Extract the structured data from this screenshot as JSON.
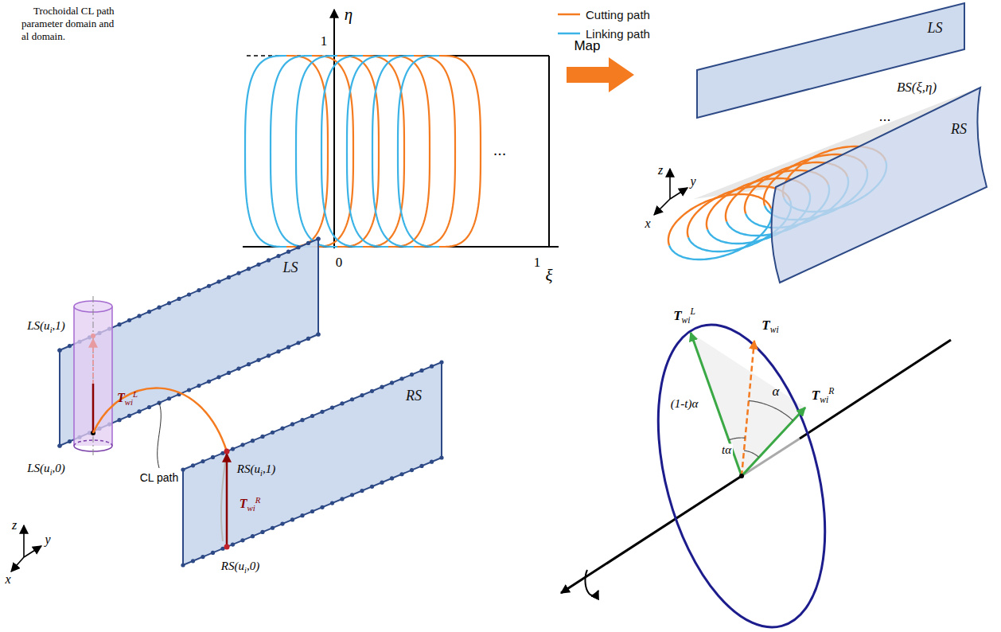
{
  "diagram": {
    "labels": [
      "Trochoidal CL path",
      "parameter domain and",
      "al domain.",
      "η",
      "1",
      "0",
      "1",
      "ξ",
      "...",
      "Map",
      "LS",
      "RS",
      "BS(ξ,η)",
      "...",
      "z",
      "y",
      "x",
      "LS",
      "RS",
      "LS(ui,1)",
      "TwiL",
      "LS(ui,0)",
      "CL path",
      "RS(ui,1)",
      "TwiR",
      "RS(ui,0)",
      "z",
      "y",
      "x",
      "TwiL",
      "Twi",
      "α",
      "TwiR",
      "(1-t)α",
      "tα"
    ],
    "legend": [
      {
        "text": "Cutting path"
      },
      {
        "text": "Linking path"
      }
    ]
  }
}
